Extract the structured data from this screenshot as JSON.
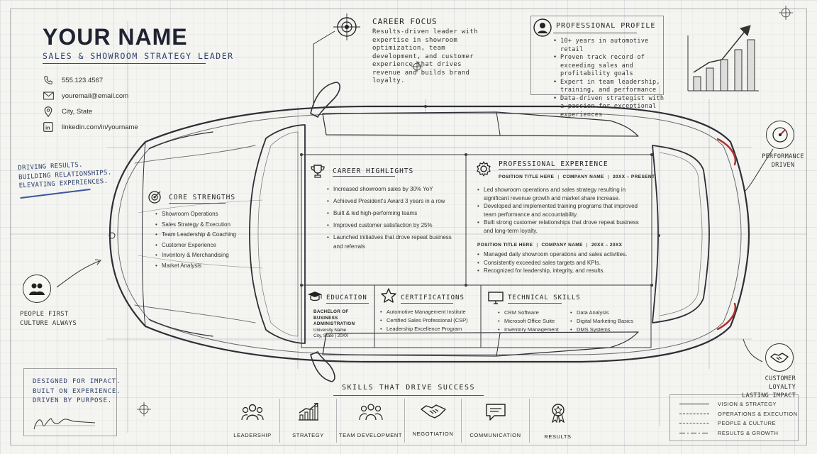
{
  "header": {
    "name": "YOUR NAME",
    "title": "SALES & SHOWROOM STRATEGY LEADER",
    "contact": {
      "phone": "555.123.4567",
      "email": "youremail@email.com",
      "location": "City, State",
      "linkedin": "linkedin.com/in/yourname"
    }
  },
  "slogan_left": {
    "line1": "DRIVING RESULTS.",
    "line2": "BUILDING RELATIONSHIPS.",
    "line3": "ELEVATING EXPERIENCES."
  },
  "career_focus": {
    "title": "CAREER FOCUS",
    "body": "Results-driven leader with expertise in showroom optimization, team development, and customer experience that drives revenue and builds brand loyalty."
  },
  "professional_profile": {
    "title": "PROFESSIONAL PROFILE",
    "items": [
      "10+ years in automotive retail",
      "Proven track record of exceeding sales and profitability goals",
      "Expert in team leadership, training, and performance",
      "Data-driven strategist with a passion for exceptional experiences"
    ]
  },
  "callouts": {
    "performance": "PERFORMANCE DRIVEN",
    "people_line1": "PEOPLE FIRST",
    "people_line2": "CULTURE ALWAYS",
    "loyalty_line1": "CUSTOMER LOYALTY",
    "loyalty_line2": "LASTING IMPACT"
  },
  "core_strengths": {
    "title": "CORE STRENGTHS",
    "items": [
      "Showroom Operations",
      "Sales Strategy & Execution",
      "Team Leadership & Coaching",
      "Customer Experience",
      "Inventory & Merchandising",
      "Market Analysis"
    ]
  },
  "career_highlights": {
    "title": "CAREER HIGHLIGHTS",
    "items": [
      "Increased showroom sales by 30% YoY",
      "Achieved President's Award 3 years in a row",
      "Built & led high-performing teams",
      "Improved customer satisfaction by 25%",
      "Launched initiatives that drove repeat business and referrals"
    ]
  },
  "experience": {
    "title": "PROFESSIONAL EXPERIENCE",
    "jobs": [
      {
        "position": "POSITION TITLE HERE",
        "company": "COMPANY NAME",
        "dates": "20XX – PRESENT",
        "items": [
          "Led showroom operations and sales strategy resulting in significant revenue growth and market share increase.",
          "Developed and implemented training programs that improved team performance and accountability.",
          "Built strong customer relationships that drove repeat business and long-term loyalty."
        ]
      },
      {
        "position": "POSITION TITLE HERE",
        "company": "COMPANY NAME",
        "dates": "20XX – 20XX",
        "items": [
          "Managed daily showroom operations and sales activities.",
          "Consistently exceeded sales targets and KPIs.",
          "Recognized for leadership, integrity, and results."
        ]
      }
    ]
  },
  "education": {
    "title": "EDUCATION",
    "degree_line1": "BACHELOR OF BUSINESS",
    "degree_line2": "ADMINISTRATION",
    "school": "University Name",
    "location_year": "City, State  |  20XX"
  },
  "certifications": {
    "title": "CERTIFICATIONS",
    "items": [
      "Automotive Management Institute",
      "Certified Sales Professional (CSP)",
      "Leadership Excellence Program"
    ]
  },
  "technical_skills": {
    "title": "TECHNICAL SKILLS",
    "col1": [
      "CRM Software",
      "Microsoft Office Suite",
      "Inventory Management"
    ],
    "col2": [
      "Data Analysis",
      "Digital Marketing Basics",
      "DMS Systems"
    ]
  },
  "bottom_left": {
    "line1": "DESIGNED FOR IMPACT.",
    "line2": "BUILT ON EXPERIENCE.",
    "line3": "DRIVEN BY PURPOSE."
  },
  "skills_drive": {
    "title": "SKILLS THAT DRIVE SUCCESS",
    "items": [
      {
        "label": "LEADERSHIP",
        "icon": "people-icon"
      },
      {
        "label": "STRATEGY",
        "icon": "growth-chart-icon"
      },
      {
        "label": "TEAM DEVELOPMENT",
        "icon": "team-icon"
      },
      {
        "label": "NEGOTIATION",
        "icon": "handshake-icon"
      },
      {
        "label": "COMMUNICATION",
        "icon": "chat-icon"
      },
      {
        "label": "RESULTS",
        "icon": "medal-icon"
      }
    ]
  },
  "legend": {
    "items": [
      {
        "label": "VISION & STRATEGY",
        "style": "solid"
      },
      {
        "label": "OPERATIONS & EXECUTION",
        "style": "dashed"
      },
      {
        "label": "PEOPLE & CULTURE",
        "style": "dotted"
      },
      {
        "label": "RESULTS & GROWTH",
        "style": "dash-dot"
      }
    ]
  },
  "colors": {
    "ink": "#2a2a2e",
    "blue_ink": "#2d3e6a",
    "paper": "#f4f4f1",
    "taillight": "#b03030"
  }
}
